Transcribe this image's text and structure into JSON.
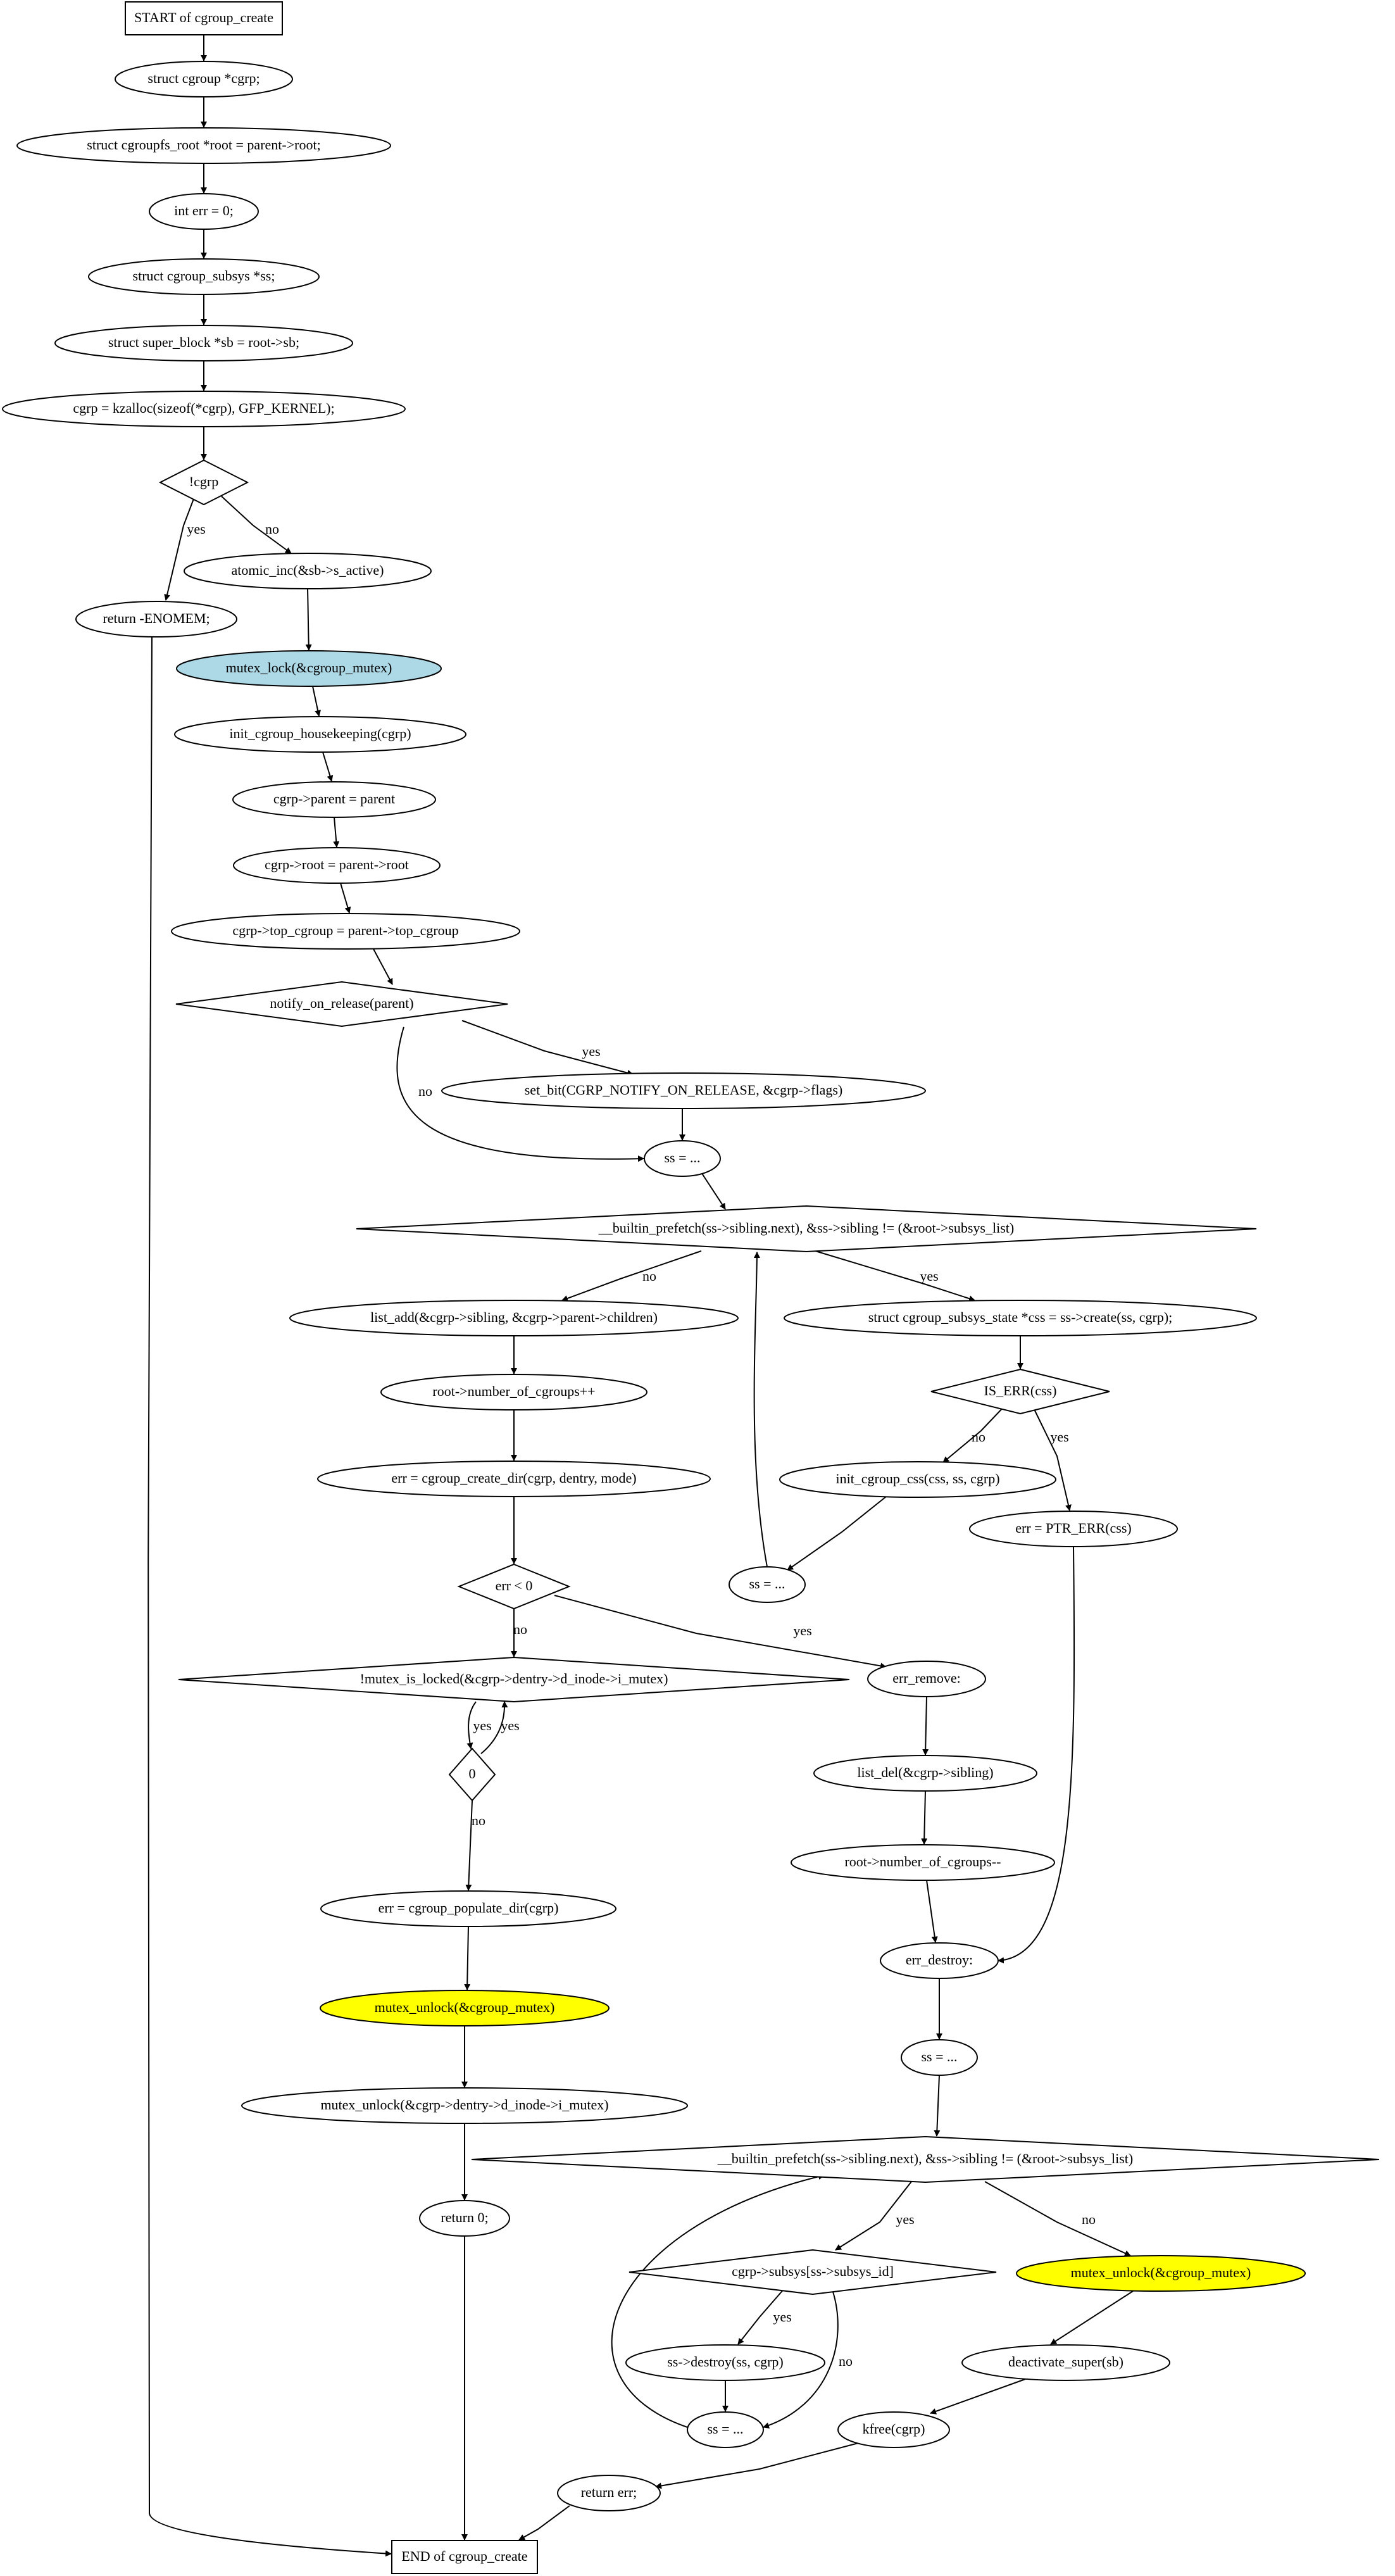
{
  "nodes": [
    {
      "id": "start",
      "shape": "box",
      "label": "START of cgroup_create"
    },
    {
      "id": "n1",
      "shape": "ellipse",
      "label": "struct cgroup *cgrp;"
    },
    {
      "id": "n2",
      "shape": "ellipse",
      "label": "struct cgroupfs_root *root = parent->root;"
    },
    {
      "id": "n3",
      "shape": "ellipse",
      "label": "int err = 0;"
    },
    {
      "id": "n4",
      "shape": "ellipse",
      "label": "struct cgroup_subsys *ss;"
    },
    {
      "id": "n5",
      "shape": "ellipse",
      "label": "struct super_block *sb = root->sb;"
    },
    {
      "id": "n6",
      "shape": "ellipse",
      "label": "cgrp = kzalloc(sizeof(*cgrp), GFP_KERNEL);"
    },
    {
      "id": "d1",
      "shape": "diamond",
      "label": "!cgrp"
    },
    {
      "id": "ret_enomem",
      "shape": "ellipse",
      "label": "return -ENOMEM;"
    },
    {
      "id": "n7",
      "shape": "ellipse",
      "label": "atomic_inc(&sb->s_active)"
    },
    {
      "id": "lock",
      "shape": "ellipse",
      "label": "mutex_lock(&cgroup_mutex)",
      "fill": "#add8e6"
    },
    {
      "id": "n8",
      "shape": "ellipse",
      "label": "init_cgroup_housekeeping(cgrp)"
    },
    {
      "id": "n9",
      "shape": "ellipse",
      "label": "cgrp->parent = parent"
    },
    {
      "id": "n10",
      "shape": "ellipse",
      "label": "cgrp->root = parent->root"
    },
    {
      "id": "n11",
      "shape": "ellipse",
      "label": "cgrp->top_cgroup = parent->top_cgroup"
    },
    {
      "id": "d2",
      "shape": "diamond",
      "label": "notify_on_release(parent)"
    },
    {
      "id": "n12",
      "shape": "ellipse",
      "label": "set_bit(CGRP_NOTIFY_ON_RELEASE, &cgrp->flags)"
    },
    {
      "id": "ss1",
      "shape": "ellipse",
      "label": "ss = ..."
    },
    {
      "id": "d3",
      "shape": "diamond",
      "label": "__builtin_prefetch(ss->sibling.next), &ss->sibling != (&root->subsys_list)"
    },
    {
      "id": "n13",
      "shape": "ellipse",
      "label": "list_add(&cgrp->sibling, &cgrp->parent->children)"
    },
    {
      "id": "n14",
      "shape": "ellipse",
      "label": "struct cgroup_subsys_state *css = ss->create(ss, cgrp);"
    },
    {
      "id": "n15",
      "shape": "ellipse",
      "label": "root->number_of_cgroups++"
    },
    {
      "id": "d4",
      "shape": "diamond",
      "label": "IS_ERR(css)"
    },
    {
      "id": "n16",
      "shape": "ellipse",
      "label": "err = cgroup_create_dir(cgrp, dentry, mode)"
    },
    {
      "id": "n17",
      "shape": "ellipse",
      "label": "init_cgroup_css(css, ss, cgrp)"
    },
    {
      "id": "n18",
      "shape": "ellipse",
      "label": "err = PTR_ERR(css)"
    },
    {
      "id": "ss2",
      "shape": "ellipse",
      "label": "ss = ..."
    },
    {
      "id": "d5",
      "shape": "diamond",
      "label": "err < 0"
    },
    {
      "id": "d6",
      "shape": "diamond",
      "label": "!mutex_is_locked(&cgrp->dentry->d_inode->i_mutex)"
    },
    {
      "id": "n19",
      "shape": "ellipse",
      "label": "err_remove:"
    },
    {
      "id": "d7",
      "shape": "diamond",
      "label": "0"
    },
    {
      "id": "n20",
      "shape": "ellipse",
      "label": "list_del(&cgrp->sibling)"
    },
    {
      "id": "n21",
      "shape": "ellipse",
      "label": "root->number_of_cgroups--"
    },
    {
      "id": "n22",
      "shape": "ellipse",
      "label": "err = cgroup_populate_dir(cgrp)"
    },
    {
      "id": "n23",
      "shape": "ellipse",
      "label": "err_destroy:"
    },
    {
      "id": "unlock1",
      "shape": "ellipse",
      "label": "mutex_unlock(&cgroup_mutex)",
      "fill": "#ffff00"
    },
    {
      "id": "ss3",
      "shape": "ellipse",
      "label": "ss = ..."
    },
    {
      "id": "n24",
      "shape": "ellipse",
      "label": "mutex_unlock(&cgrp->dentry->d_inode->i_mutex)"
    },
    {
      "id": "d8",
      "shape": "diamond",
      "label": "__builtin_prefetch(ss->sibling.next), &ss->sibling != (&root->subsys_list)"
    },
    {
      "id": "ret0",
      "shape": "ellipse",
      "label": "return 0;"
    },
    {
      "id": "d9",
      "shape": "diamond",
      "label": "cgrp->subsys[ss->subsys_id]"
    },
    {
      "id": "unlock2",
      "shape": "ellipse",
      "label": "mutex_unlock(&cgroup_mutex)",
      "fill": "#ffff00"
    },
    {
      "id": "n25",
      "shape": "ellipse",
      "label": "ss->destroy(ss, cgrp)"
    },
    {
      "id": "n26",
      "shape": "ellipse",
      "label": "deactivate_super(sb)"
    },
    {
      "id": "ss4",
      "shape": "ellipse",
      "label": "ss = ..."
    },
    {
      "id": "n27",
      "shape": "ellipse",
      "label": "kfree(cgrp)"
    },
    {
      "id": "reterr",
      "shape": "ellipse",
      "label": "return err;"
    },
    {
      "id": "end",
      "shape": "box",
      "label": "END of cgroup_create"
    }
  ],
  "edges": [
    {
      "from": "start",
      "to": "n1",
      "label": ""
    },
    {
      "from": "n1",
      "to": "n2",
      "label": ""
    },
    {
      "from": "n2",
      "to": "n3",
      "label": ""
    },
    {
      "from": "n3",
      "to": "n4",
      "label": ""
    },
    {
      "from": "n4",
      "to": "n5",
      "label": ""
    },
    {
      "from": "n5",
      "to": "n6",
      "label": ""
    },
    {
      "from": "n6",
      "to": "d1",
      "label": ""
    },
    {
      "from": "d1",
      "to": "ret_enomem",
      "label": "yes"
    },
    {
      "from": "d1",
      "to": "n7",
      "label": "no"
    },
    {
      "from": "n7",
      "to": "lock",
      "label": ""
    },
    {
      "from": "lock",
      "to": "n8",
      "label": ""
    },
    {
      "from": "n8",
      "to": "n9",
      "label": ""
    },
    {
      "from": "n9",
      "to": "n10",
      "label": ""
    },
    {
      "from": "n10",
      "to": "n11",
      "label": ""
    },
    {
      "from": "n11",
      "to": "d2",
      "label": ""
    },
    {
      "from": "d2",
      "to": "n12",
      "label": "yes"
    },
    {
      "from": "d2",
      "to": "ss1",
      "label": "no"
    },
    {
      "from": "n12",
      "to": "ss1",
      "label": ""
    },
    {
      "from": "ss1",
      "to": "d3",
      "label": ""
    },
    {
      "from": "d3",
      "to": "n13",
      "label": "no"
    },
    {
      "from": "d3",
      "to": "n14",
      "label": "yes"
    },
    {
      "from": "n13",
      "to": "n15",
      "label": ""
    },
    {
      "from": "n14",
      "to": "d4",
      "label": ""
    },
    {
      "from": "n15",
      "to": "n16",
      "label": ""
    },
    {
      "from": "d4",
      "to": "n17",
      "label": "no"
    },
    {
      "from": "d4",
      "to": "n18",
      "label": "yes"
    },
    {
      "from": "n17",
      "to": "ss2",
      "label": ""
    },
    {
      "from": "ss2",
      "to": "d3",
      "label": ""
    },
    {
      "from": "n16",
      "to": "d5",
      "label": ""
    },
    {
      "from": "d5",
      "to": "d6",
      "label": "no"
    },
    {
      "from": "d5",
      "to": "n19",
      "label": "yes"
    },
    {
      "from": "d6",
      "to": "d7",
      "label": "yes"
    },
    {
      "from": "d7",
      "to": "d6",
      "label": "yes"
    },
    {
      "from": "d7",
      "to": "n22",
      "label": "no"
    },
    {
      "from": "n19",
      "to": "n20",
      "label": ""
    },
    {
      "from": "n20",
      "to": "n21",
      "label": ""
    },
    {
      "from": "n21",
      "to": "n23",
      "label": ""
    },
    {
      "from": "n18",
      "to": "n23",
      "label": ""
    },
    {
      "from": "n22",
      "to": "unlock1",
      "label": ""
    },
    {
      "from": "n23",
      "to": "ss3",
      "label": ""
    },
    {
      "from": "unlock1",
      "to": "n24",
      "label": ""
    },
    {
      "from": "ss3",
      "to": "d8",
      "label": ""
    },
    {
      "from": "n24",
      "to": "ret0",
      "label": ""
    },
    {
      "from": "d8",
      "to": "d9",
      "label": "yes"
    },
    {
      "from": "d8",
      "to": "unlock2",
      "label": "no"
    },
    {
      "from": "d9",
      "to": "n25",
      "label": "yes"
    },
    {
      "from": "d9",
      "to": "ss4",
      "label": "no"
    },
    {
      "from": "n25",
      "to": "ss4",
      "label": ""
    },
    {
      "from": "ss4",
      "to": "d8",
      "label": ""
    },
    {
      "from": "unlock2",
      "to": "n26",
      "label": ""
    },
    {
      "from": "n26",
      "to": "n27",
      "label": ""
    },
    {
      "from": "n27",
      "to": "reterr",
      "label": ""
    },
    {
      "from": "ret_enomem",
      "to": "end",
      "label": ""
    },
    {
      "from": "ret0",
      "to": "end",
      "label": ""
    },
    {
      "from": "reterr",
      "to": "end",
      "label": ""
    }
  ]
}
